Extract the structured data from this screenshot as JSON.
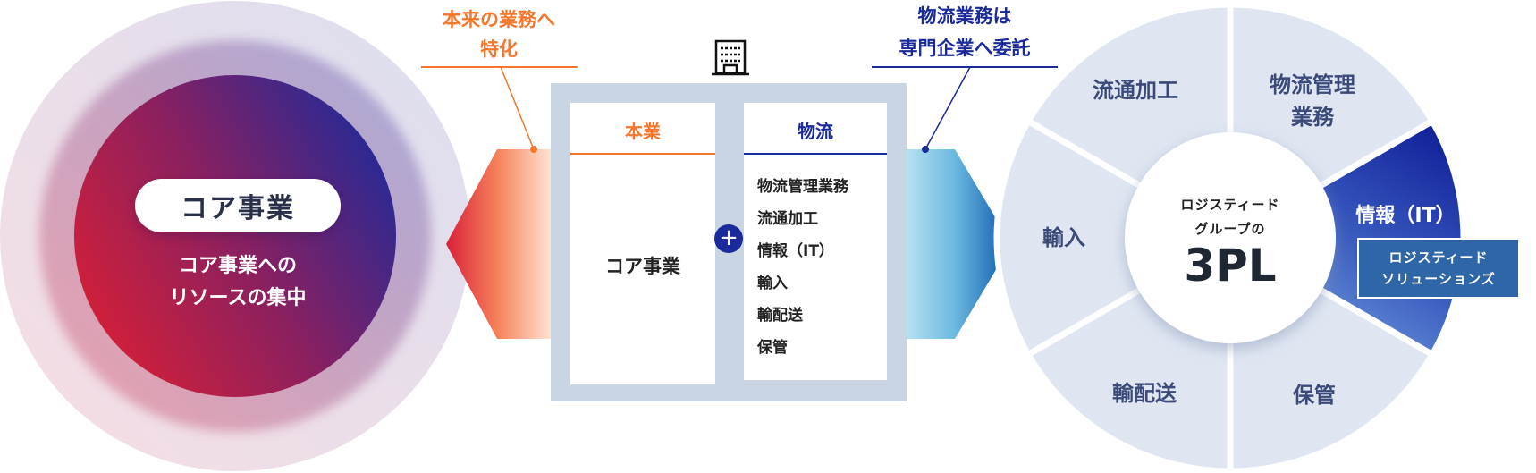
{
  "left": {
    "pill": "コア事業",
    "line1": "コア事業への",
    "line2": "リソースの集中"
  },
  "orange_callout": {
    "line1": "本来の業務へ",
    "line2": "特化",
    "color": "#f5772e"
  },
  "blue_callout": {
    "line1": "物流業務は",
    "line2": "専門企業へ委託",
    "color": "#1a2a9a"
  },
  "company": {
    "icon": "building-icon",
    "core_header": "本業",
    "core_body": "コア事業",
    "logistics_header": "物流",
    "plus": "+",
    "logistics_items": [
      "物流管理業務",
      "流通加工",
      "情報（IT）",
      "輸入",
      "輸配送",
      "保管"
    ]
  },
  "wheel": {
    "center": {
      "line1": "ロジスティード",
      "line2": "グループの",
      "big": "3PL"
    },
    "segments": [
      {
        "label": "情報（IT）",
        "highlight": true
      },
      {
        "label": "物流管理業務",
        "line1": "物流管理",
        "line2": "業務"
      },
      {
        "label": "流通加工"
      },
      {
        "label": "輸入"
      },
      {
        "label": "輸配送"
      },
      {
        "label": "保管"
      }
    ],
    "solutions_box": {
      "line1": "ロジスティード",
      "line2": "ソリューションズ"
    },
    "segment_color": "#dfe6f2",
    "highlight_color": "#1a2a9a"
  }
}
